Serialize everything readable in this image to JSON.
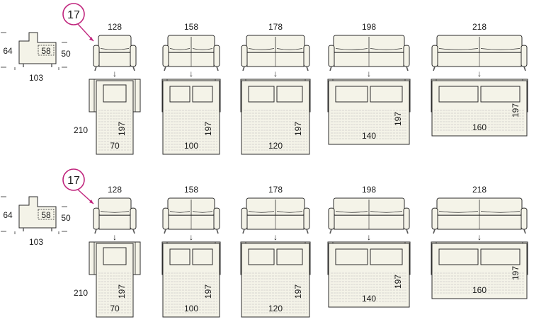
{
  "theme": {
    "cream": "#f4f3e8",
    "line": "#2b2b2b",
    "badge": "#c0257d",
    "leg": "#555555",
    "sheet": "#b9b9b9"
  },
  "side_view": {
    "height": "64",
    "seat_height": "50",
    "seat_depth": "58",
    "depth": "103"
  },
  "badge_label": "17",
  "bed_length": "210",
  "mattress_length": "197",
  "arrow_glyph": "↓",
  "rows": [
    {
      "models": [
        {
          "width": "128",
          "mattress_width": "70"
        },
        {
          "width": "158",
          "mattress_width": "100"
        },
        {
          "width": "178",
          "mattress_width": "120"
        },
        {
          "width": "198",
          "mattress_width": "140"
        },
        {
          "width": "218",
          "mattress_width": "160"
        }
      ]
    },
    {
      "models": [
        {
          "width": "128",
          "mattress_width": "70"
        },
        {
          "width": "158",
          "mattress_width": "100"
        },
        {
          "width": "178",
          "mattress_width": "120"
        },
        {
          "width": "198",
          "mattress_width": "140"
        },
        {
          "width": "218",
          "mattress_width": "160"
        }
      ]
    }
  ]
}
